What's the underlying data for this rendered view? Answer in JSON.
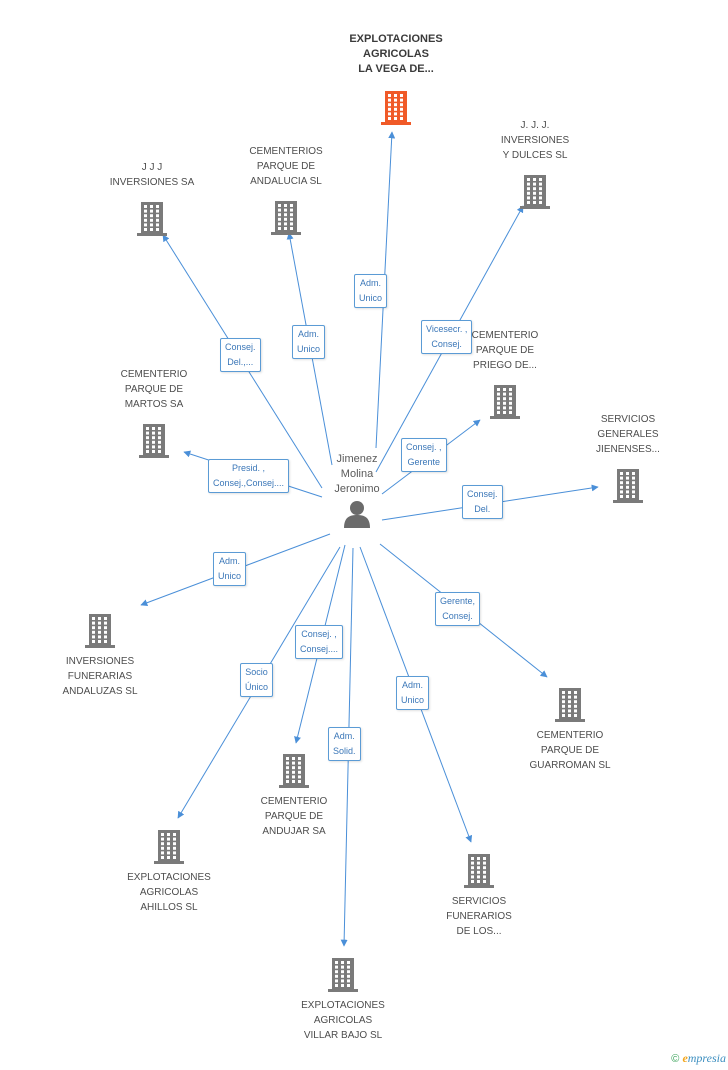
{
  "center": {
    "name_lines": [
      "Jimenez",
      "Molina",
      "Jeronimo"
    ]
  },
  "companies": [
    {
      "id": "c1",
      "lines": [
        "EXPLOTACIONES",
        "AGRICOLAS",
        "LA VEGA DE..."
      ],
      "highlight": true
    },
    {
      "id": "c2",
      "lines": [
        "J. J. J.",
        "INVERSIONES",
        "Y DULCES SL"
      ]
    },
    {
      "id": "c3",
      "lines": [
        "J J J",
        "INVERSIONES SA"
      ]
    },
    {
      "id": "c4",
      "lines": [
        "CEMENTERIOS",
        "PARQUE DE",
        "ANDALUCIA SL"
      ]
    },
    {
      "id": "c5",
      "lines": [
        "CEMENTERIO",
        "PARQUE DE",
        "PRIEGO DE..."
      ]
    },
    {
      "id": "c6",
      "lines": [
        "CEMENTERIO",
        "PARQUE DE",
        "MARTOS SA"
      ]
    },
    {
      "id": "c7",
      "lines": [
        "SERVICIOS",
        "GENERALES",
        "JIENENSES..."
      ]
    },
    {
      "id": "c8",
      "lines": [
        "INVERSIONES",
        "FUNERARIAS",
        "ANDALUZAS SL"
      ]
    },
    {
      "id": "c9",
      "lines": [
        "CEMENTERIO",
        "PARQUE DE",
        "GUARROMAN SL"
      ]
    },
    {
      "id": "c10",
      "lines": [
        "CEMENTERIO",
        "PARQUE DE",
        "ANDUJAR SA"
      ]
    },
    {
      "id": "c11",
      "lines": [
        "EXPLOTACIONES",
        "AGRICOLAS",
        "AHILLOS  SL"
      ]
    },
    {
      "id": "c12",
      "lines": [
        "SERVICIOS",
        "FUNERARIOS",
        "DE LOS..."
      ]
    },
    {
      "id": "c13",
      "lines": [
        "EXPLOTACIONES",
        "AGRICOLAS",
        "VILLAR BAJO SL"
      ]
    }
  ],
  "roles": [
    {
      "target": "c1",
      "lines": [
        "Adm.",
        "Unico"
      ]
    },
    {
      "target": "c2",
      "lines": [
        "Vicesecr. ,",
        "Consej."
      ]
    },
    {
      "target": "c3",
      "lines": [
        "Consej.",
        "Del.,..."
      ]
    },
    {
      "target": "c4",
      "lines": [
        "Adm.",
        "Unico"
      ]
    },
    {
      "target": "c5",
      "lines": [
        "Consej. ,",
        "Gerente"
      ]
    },
    {
      "target": "c6",
      "lines": [
        "Presid. ,",
        "Consej.,Consej...."
      ]
    },
    {
      "target": "c7",
      "lines": [
        "Consej.",
        "Del."
      ]
    },
    {
      "target": "c8",
      "lines": [
        "Adm.",
        "Unico"
      ]
    },
    {
      "target": "c9",
      "lines": [
        "Gerente,",
        "Consej."
      ]
    },
    {
      "target": "c10",
      "lines": [
        "Consej. ,",
        "Consej...."
      ]
    },
    {
      "target": "c11",
      "lines": [
        "Socio",
        "Único"
      ]
    },
    {
      "target": "c12",
      "lines": [
        "Adm.",
        "Unico"
      ]
    },
    {
      "target": "c13",
      "lines": [
        "Adm.",
        "Solid."
      ]
    }
  ],
  "colors": {
    "edge": "#4a8fd8",
    "building": "#7a7a7a",
    "highlight": "#f05a28",
    "role_border": "#5b9bd5",
    "role_text": "#3b77b8"
  },
  "icons": {
    "company": "building-icon",
    "person": "person-icon"
  },
  "footer": {
    "copyright": "©",
    "brand_initial": "e",
    "brand_rest": "mpresia"
  }
}
